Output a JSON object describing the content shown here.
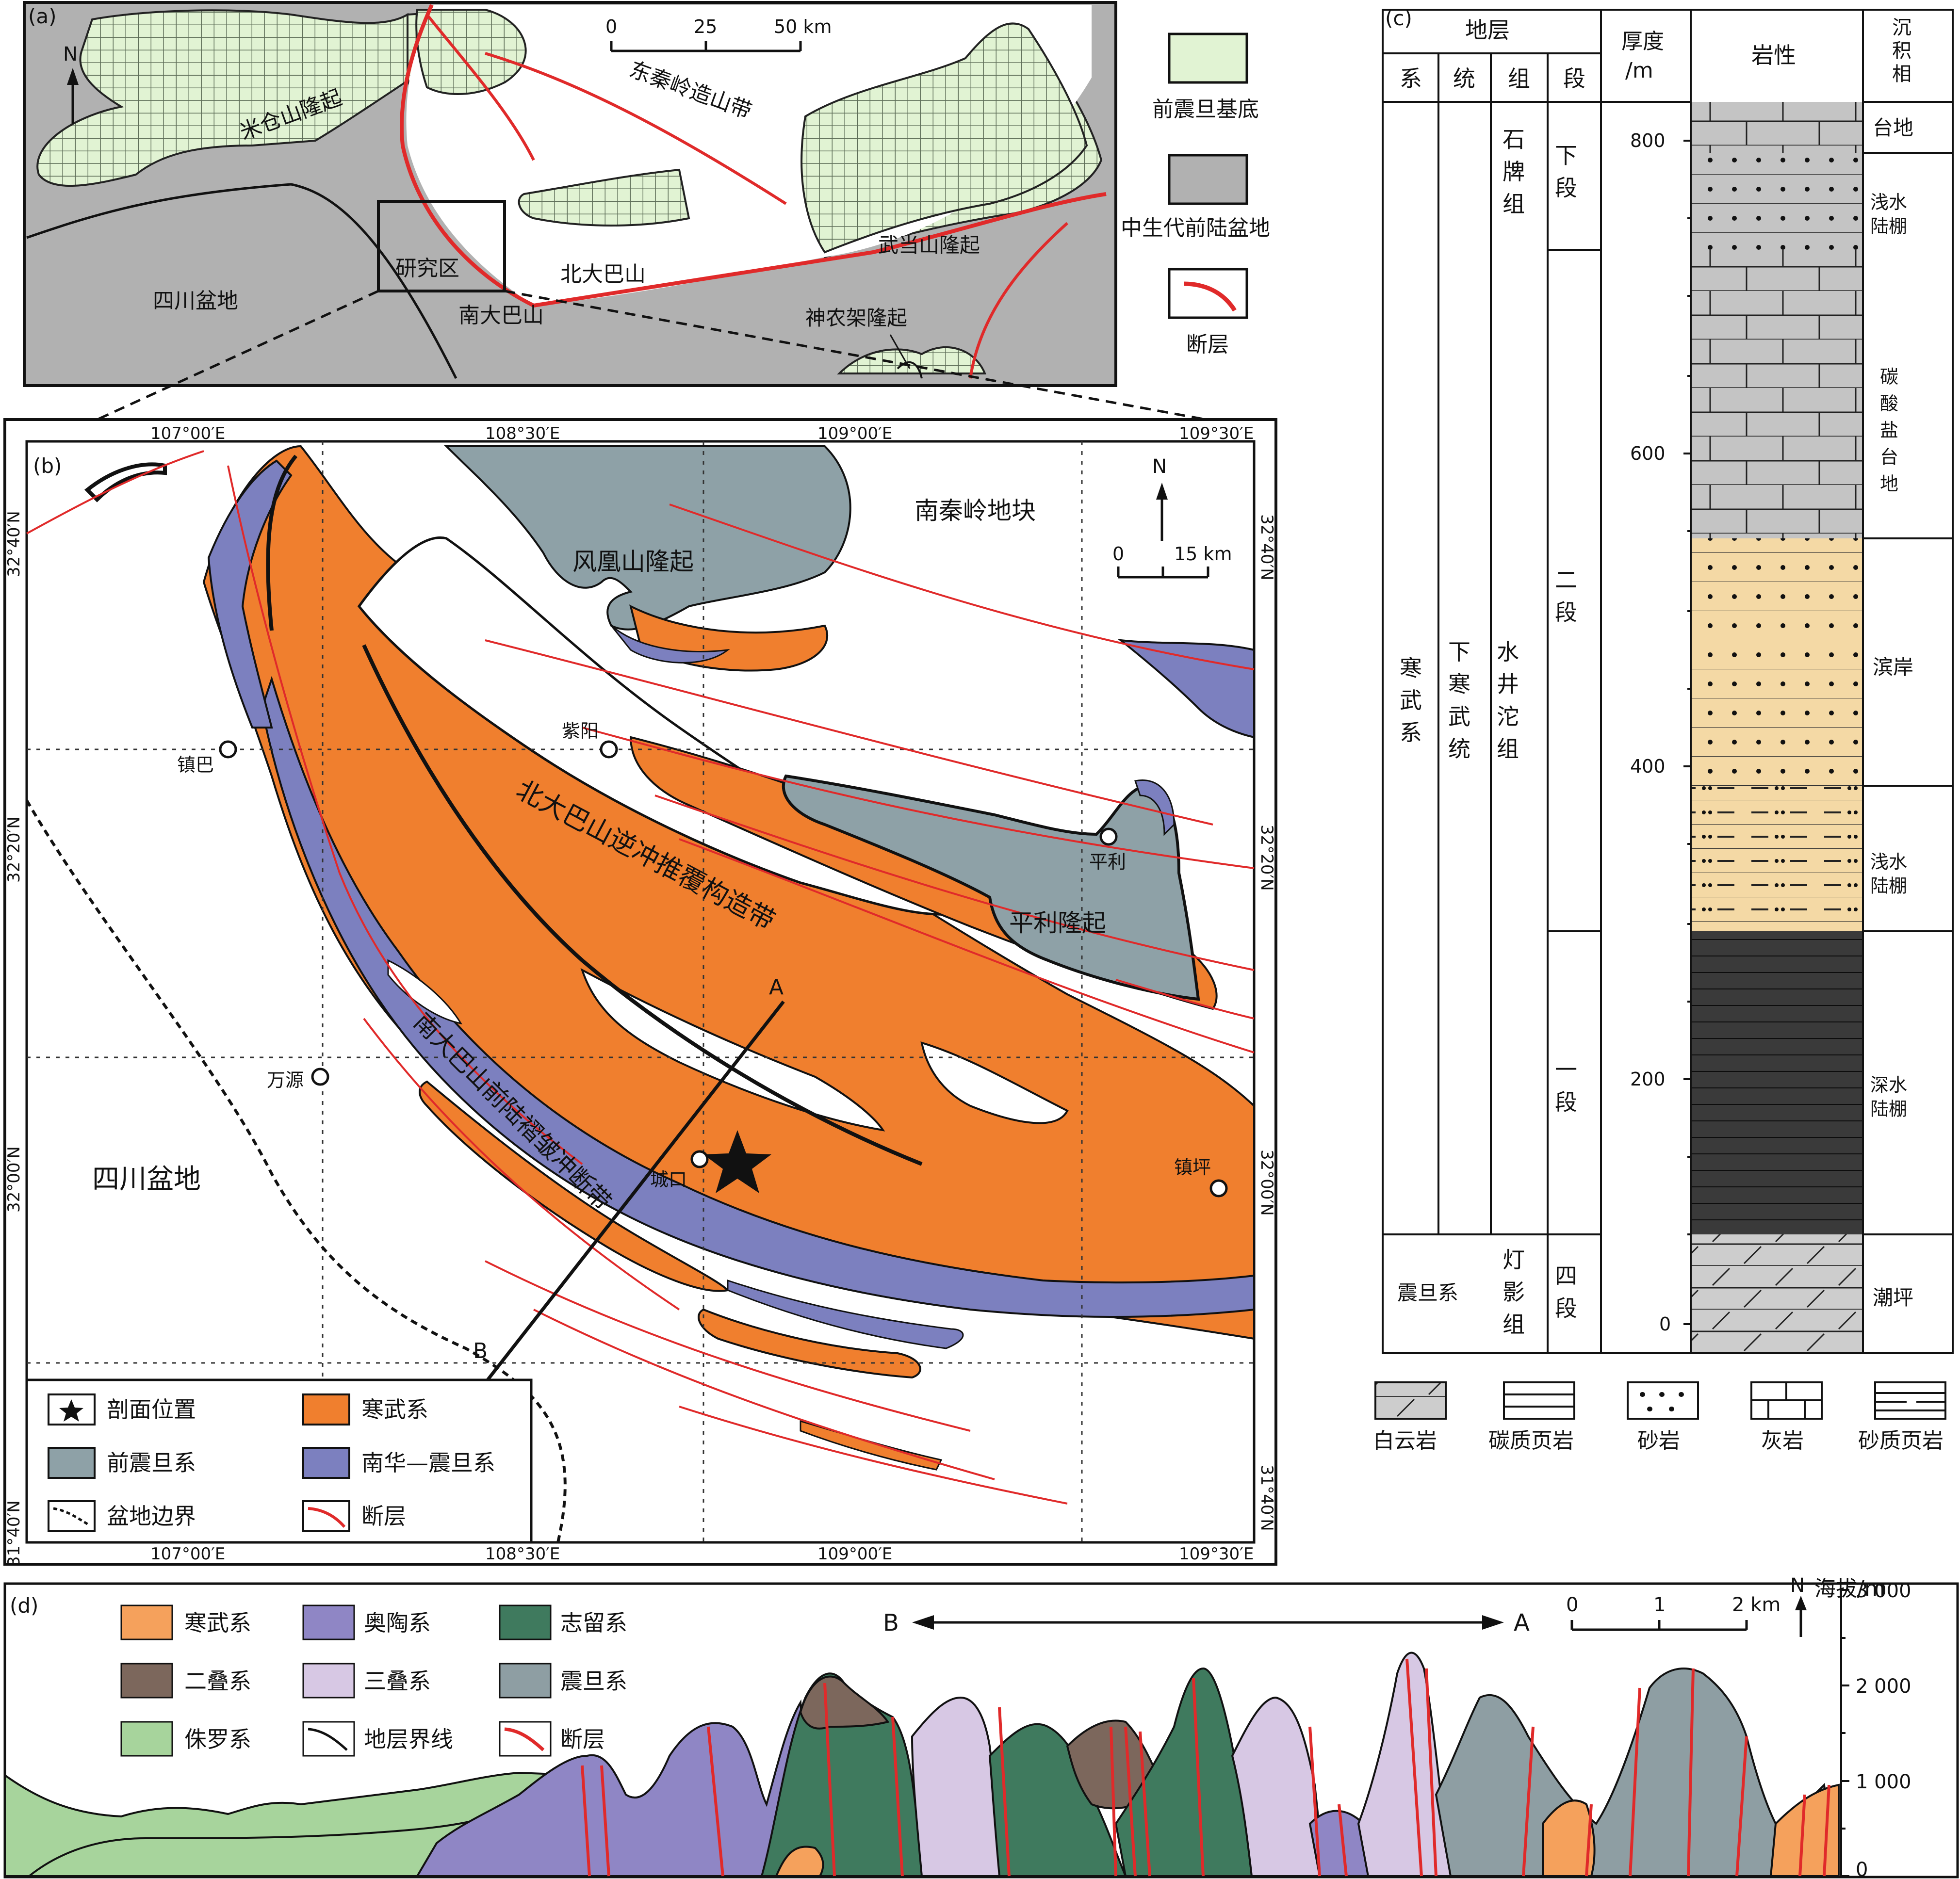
{
  "colors": {
    "precambrian_basement": "#e1f3d3",
    "grid_line": "#5f6f59",
    "foreland_basin": "#b1b1b1",
    "fault": "#e02a2a",
    "cambrian": "#f07f2e",
    "pre_sinian": "#8ea1a7",
    "nanhua_sinian": "#7c80bf",
    "profile_cambrian": "#f5a15c",
    "profile_ordovician": "#8f86c5",
    "profile_silurian": "#3f7a5e",
    "profile_permian": "#7c675c",
    "profile_triassic": "#d7c8e4",
    "profile_sinian": "#8e9ea3",
    "profile_jurassic": "#a7d49c",
    "col_limestone": "#c4c4c4",
    "col_sandstone": "#f4d9a5",
    "col_carbonaceous_shale": "#3a3a3a",
    "col_dolomite": "#cdcdcd"
  },
  "panel_a": {
    "tag": "(a)",
    "north": "N",
    "scale": {
      "ticks": [
        "0",
        "25",
        "50 km"
      ]
    },
    "labels": {
      "micang": "米仓山隆起",
      "eqinling": "东秦岭造山带",
      "north_daba": "北大巴山",
      "wudang": "武当山隆起",
      "study": "研究区",
      "sichuan": "四川盆地",
      "south_daba": "南大巴山",
      "shennongjia": "神农架隆起"
    },
    "legend": [
      {
        "label": "前震旦基底"
      },
      {
        "label": "中生代前陆盆地"
      },
      {
        "label": "断层"
      }
    ]
  },
  "panel_b": {
    "tag": "(b)",
    "north": "N",
    "scale": {
      "ticks": [
        "0",
        "15 km"
      ]
    },
    "top_ticks": [
      "107°00′E",
      "108°30′E",
      "109°00′E",
      "109°30′E"
    ],
    "bottom_ticks": [
      "107°00′E",
      "108°30′E",
      "109°00′E",
      "109°30′E"
    ],
    "left_ticks": [
      "32°40′N",
      "32°20′N",
      "32°00′N",
      "31°40′N"
    ],
    "right_ticks": [
      "32°40′N",
      "32°20′N",
      "32°00′N",
      "31°40′N"
    ],
    "labels": {
      "fenghuang": "风凰山隆起",
      "south_qinling": "南秦岭地块",
      "north_belt": "北大巴山逆冲推覆构造带",
      "pingli_uplift": "平利隆起",
      "south_belt": "南大巴山前陆褶皱冲断带",
      "sichuan": "四川盆地",
      "a": "A",
      "b": "B"
    },
    "towns": [
      "镇巴",
      "紫阳",
      "平利",
      "万源",
      "城口",
      "镇坪"
    ],
    "legend": [
      {
        "label": "剖面位置"
      },
      {
        "label": "寒武系"
      },
      {
        "label": "前震旦系"
      },
      {
        "label": "南华—震旦系"
      },
      {
        "label": "盆地边界"
      },
      {
        "label": "断层"
      }
    ]
  },
  "panel_c": {
    "tag": "(c)",
    "header": {
      "strata": "地层",
      "system": "系",
      "series": "统",
      "formation": "组",
      "member": "段",
      "thickness": "厚度\n/m",
      "lithology": "岩性",
      "facies": "沉积相"
    },
    "ticks": [
      "800",
      "600",
      "400",
      "200",
      "0"
    ],
    "system_cambrian": "寒武系",
    "system_sinian": "震旦系",
    "series": "下寒武统",
    "formations": [
      "石牌组",
      "水井沱组",
      "灯影组"
    ],
    "members": [
      "下段",
      "二段",
      "一段",
      "四段"
    ],
    "facies": [
      "台地",
      "浅水陆棚",
      "碳酸盐台地",
      "滨岸",
      "浅水陆棚",
      "深水陆棚",
      "潮坪"
    ],
    "lithology_legend": [
      "白云岩",
      "碳质页岩",
      "砂岩",
      "灰岩",
      "砂质页岩"
    ]
  },
  "panel_d": {
    "tag": "(d)",
    "legend": [
      "寒武系",
      "奥陶系",
      "志留系",
      "二叠系",
      "三叠系",
      "震旦系",
      "侏罗系",
      "地层界线",
      "断层"
    ],
    "b": "B",
    "a": "A",
    "scale": {
      "ticks": [
        "0",
        "1",
        "2 km"
      ]
    },
    "north": "N",
    "elevation_title": "海拔/m",
    "elevation_ticks": [
      "3 000",
      "2 000",
      "1 000",
      "0"
    ]
  }
}
